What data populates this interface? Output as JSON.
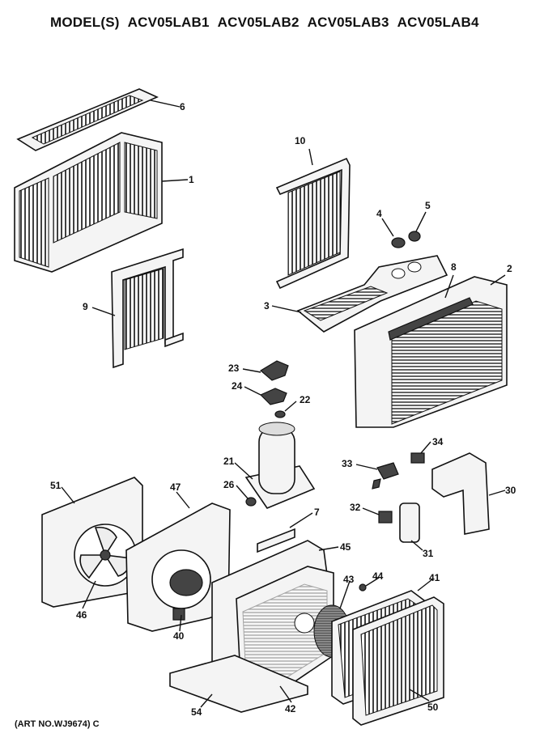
{
  "header": {
    "prefix": "MODEL(S)",
    "models": [
      "ACV05LAB1",
      "ACV05LAB2",
      "ACV05LAB3",
      "ACV05LAB4"
    ]
  },
  "footer": {
    "art_number": "(ART NO.WJ9674) C"
  },
  "callouts": [
    "6",
    "1",
    "9",
    "10",
    "4",
    "5",
    "8",
    "2",
    "3",
    "23",
    "24",
    "22",
    "21",
    "26",
    "7",
    "34",
    "33",
    "30",
    "32",
    "31",
    "51",
    "47",
    "45",
    "44",
    "41",
    "43",
    "46",
    "40",
    "42",
    "50",
    "54"
  ]
}
